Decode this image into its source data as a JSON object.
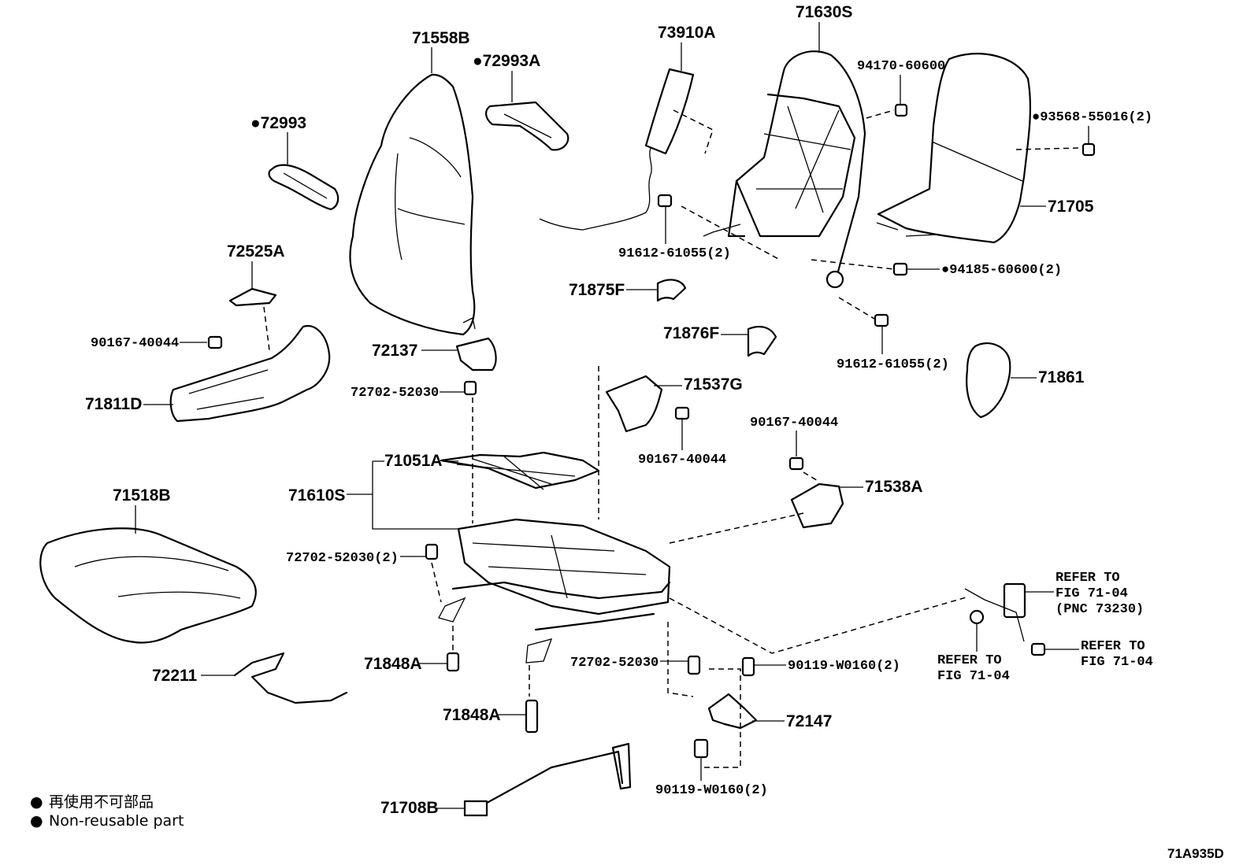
{
  "part_labels": {
    "p71558B": "71558B",
    "p72993A": "●72993A",
    "p72993": "●72993",
    "p73910A": "73910A",
    "p71630S": "71630S",
    "p94170": "94170-60600",
    "p93568": "●93568-55016(2)",
    "p71705": "71705",
    "p91612a": "91612-61055(2)",
    "p94185": "●94185-60600(2)",
    "p72525A": "72525A",
    "p71875F": "71875F",
    "p90167a": "90167-40044",
    "p72137": "72137",
    "p71876F": "71876F",
    "p91612b": "91612-61055(2)",
    "p71861": "71861",
    "p71811D": "71811D",
    "p72702a": "72702-52030",
    "p71537G": "71537G",
    "p90167b": "90167-40044",
    "p90167c": "90167-40044",
    "p71051A": "71051A",
    "p71610S": "71610S",
    "p71538A": "71538A",
    "p71518B": "71518B",
    "p72702b": "72702-52030(2)",
    "p71848Aa": "71848A",
    "p72702c": "72702-52030",
    "p90119a": "90119-W0160(2)",
    "p72211": "72211",
    "p71848Ab": "71848A",
    "p72147": "72147",
    "p90119b": "90119-W0160(2)",
    "p71708B": "71708B"
  },
  "references": {
    "ref1_line1": "REFER TO",
    "ref1_line2": "FIG 71-04",
    "ref1_line3": "(PNC 73230)",
    "ref2_line1": "REFER TO",
    "ref2_line2": "FIG 71-04",
    "ref3_line1": "REFER TO",
    "ref3_line2": "FIG 71-04"
  },
  "legend": {
    "bullet": "●",
    "line1": "再使用不可部品",
    "line2": "Non-reusable part"
  },
  "figure_code": "71A935D"
}
